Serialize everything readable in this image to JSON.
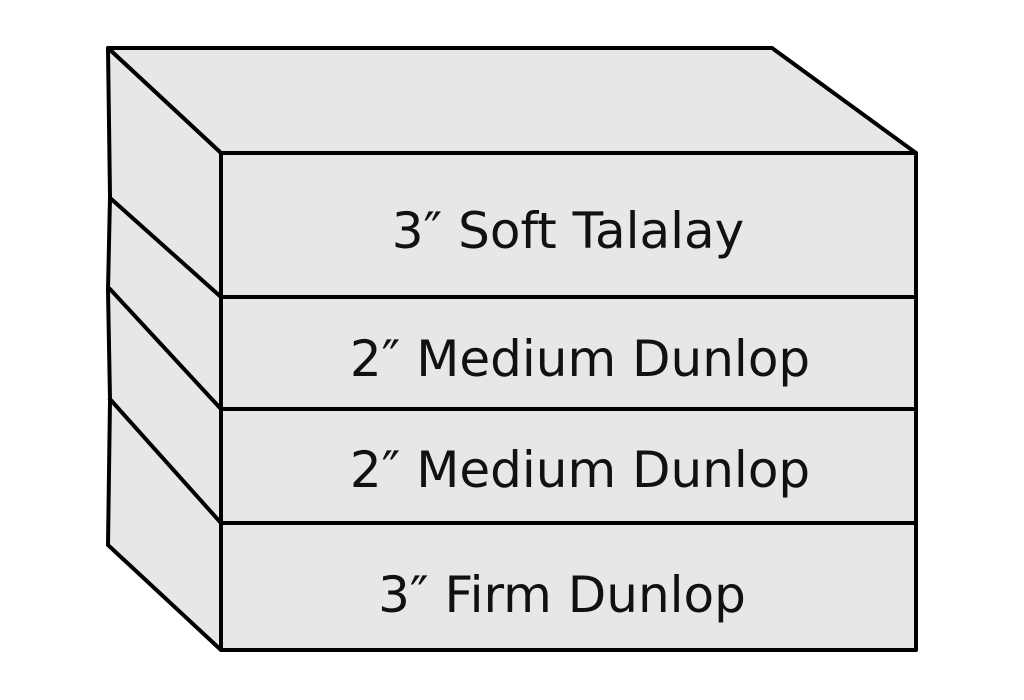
{
  "colors": {
    "fill": "#e8e7e5",
    "stroke": "#000000",
    "text": "#111111"
  },
  "layers": [
    {
      "label": "3″ Soft Talalay"
    },
    {
      "label": "2″ Medium Dunlop"
    },
    {
      "label": "2″ Medium Dunlop"
    },
    {
      "label": "3″ Firm Dunlop"
    }
  ]
}
